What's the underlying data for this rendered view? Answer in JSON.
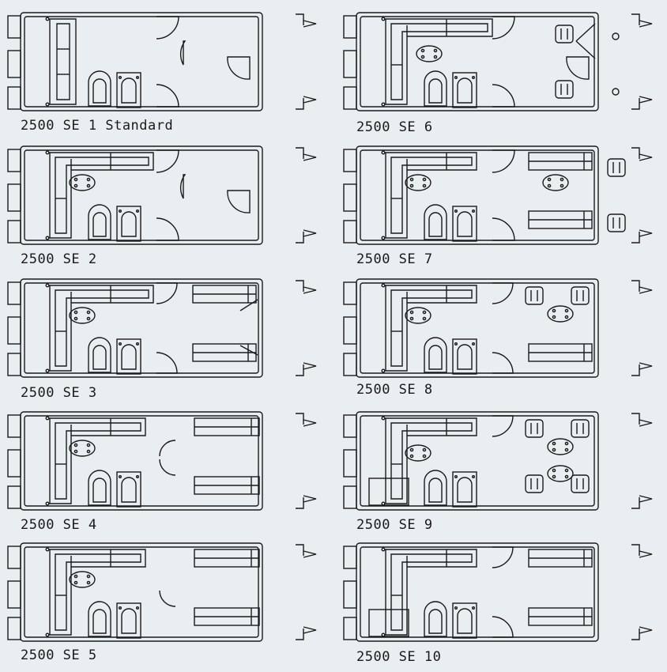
{
  "figure": {
    "ink_color": "#1a1a1a",
    "background": "#e9eef0"
  },
  "layouts": [
    {
      "caption": "2500 SE 1 Standard",
      "variant": "standard"
    },
    {
      "caption": "2500 SE 6",
      "variant": "se6"
    },
    {
      "caption": "2500 SE 2",
      "variant": "se2"
    },
    {
      "caption": "2500 SE 7",
      "variant": "se7"
    },
    {
      "caption": "2500 SE 3",
      "variant": "se3"
    },
    {
      "caption": "2500 SE 8",
      "variant": "se8"
    },
    {
      "caption": "2500 SE 4",
      "variant": "se4"
    },
    {
      "caption": "2500 SE 9",
      "variant": "se9"
    },
    {
      "caption": "2500 SE 5",
      "variant": "se5"
    },
    {
      "caption": "2500 SE 10",
      "variant": "se10"
    }
  ]
}
